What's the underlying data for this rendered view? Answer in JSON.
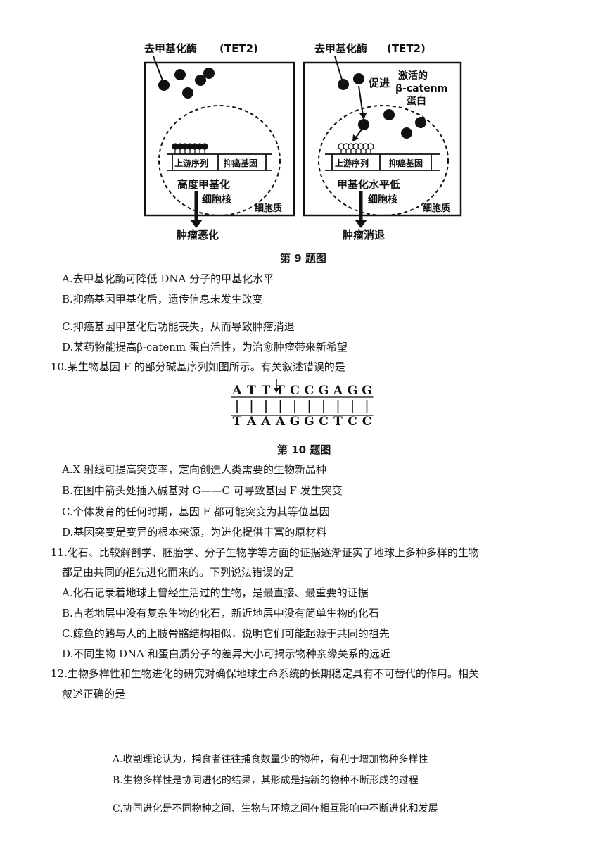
{
  "figure9": {
    "left": {
      "enzyme": "去甲基化酶",
      "enzyme_abbr": "(TET2)",
      "upstream": "上游序列",
      "gene": "抑癌基因",
      "status": "高度甲基化",
      "nucleus": "细胞核",
      "cytoplasm": "细胞质",
      "outcome": "肿瘤恶化"
    },
    "right": {
      "enzyme": "去甲基化酶",
      "enzyme_abbr": "(TET2)",
      "promote": "促进",
      "activated_1": "激活的",
      "activated_2": "β-catenm",
      "activated_3": "蛋白",
      "upstream": "上游序列",
      "gene": "抑癌基因",
      "status": "甲基化水平低",
      "nucleus": "细胞核",
      "cytoplasm": "细胞质",
      "outcome": "肿瘤消退"
    },
    "caption": "第 9 题图"
  },
  "q9_options": [
    "A.去甲基化酶可降低 DNA 分子的甲基化水平",
    "B.抑癌基因甲基化后，遗传信息未发生改变",
    "C.抑癌基因甲基化后功能丧失，从而导致肿瘤消退",
    "D.某药物能提高β-catenm 蛋白活性，为治愈肿瘤带来新希望"
  ],
  "q10": {
    "stem": "10.某生物基因 F 的部分碱基序列如图所示。有关叙述错误的是",
    "top_strand": [
      "A",
      "T",
      "T",
      "T",
      "C",
      "C",
      "G",
      "A",
      "G",
      "G"
    ],
    "bottom_strand": [
      "T",
      "A",
      "A",
      "A",
      "G",
      "G",
      "C",
      "T",
      "C",
      "C"
    ],
    "caption": "第 10 题图",
    "options": [
      "A.X 射线可提高突变率，定向创造人类需要的生物新品种",
      "B.在图中箭头处插入碱基对 G——C 可导致基因 F 发生突变",
      "C.个体发育的任何时期，基因 F 都可能突变为其等位基因",
      "D.基因突变是变异的根本来源，为进化提供丰富的原材料"
    ]
  },
  "q11": {
    "stem_1": "11.化石、比较解剖学、胚胎学、分子生物学等方面的证据逐渐证实了地球上多种多样的生物",
    "stem_2": "都是由共同的祖先进化而来的。下列说法错误的是",
    "options": [
      "A.化石记录着地球上曾经生活过的生物，是最直接、最重要的证据",
      "B.古老地层中没有复杂生物的化石，新近地层中没有简单生物的化石",
      "C.鲸鱼的鳍与人的上肢骨骼结构相似，说明它们可能起源于共同的祖先",
      "D.不同生物 DNA 和蛋白质分子的差异大小可揭示物种亲缘关系的远近"
    ]
  },
  "q12": {
    "stem_1": "12.生物多样性和生物进化的研究对确保地球生命系统的长期稳定具有不可替代的作用。相关",
    "stem_2": "叙述正确的是",
    "options": [
      "A.收割理论认为，捕食者往往捕食数量少的物种，有利于增加物种多样性",
      "B.生物多样性是协同进化的结果，其形成是指新的物种不断形成的过程",
      "C.协同进化是不同物种之间、生物与环境之间在相互影响中不断进化和发展"
    ]
  }
}
